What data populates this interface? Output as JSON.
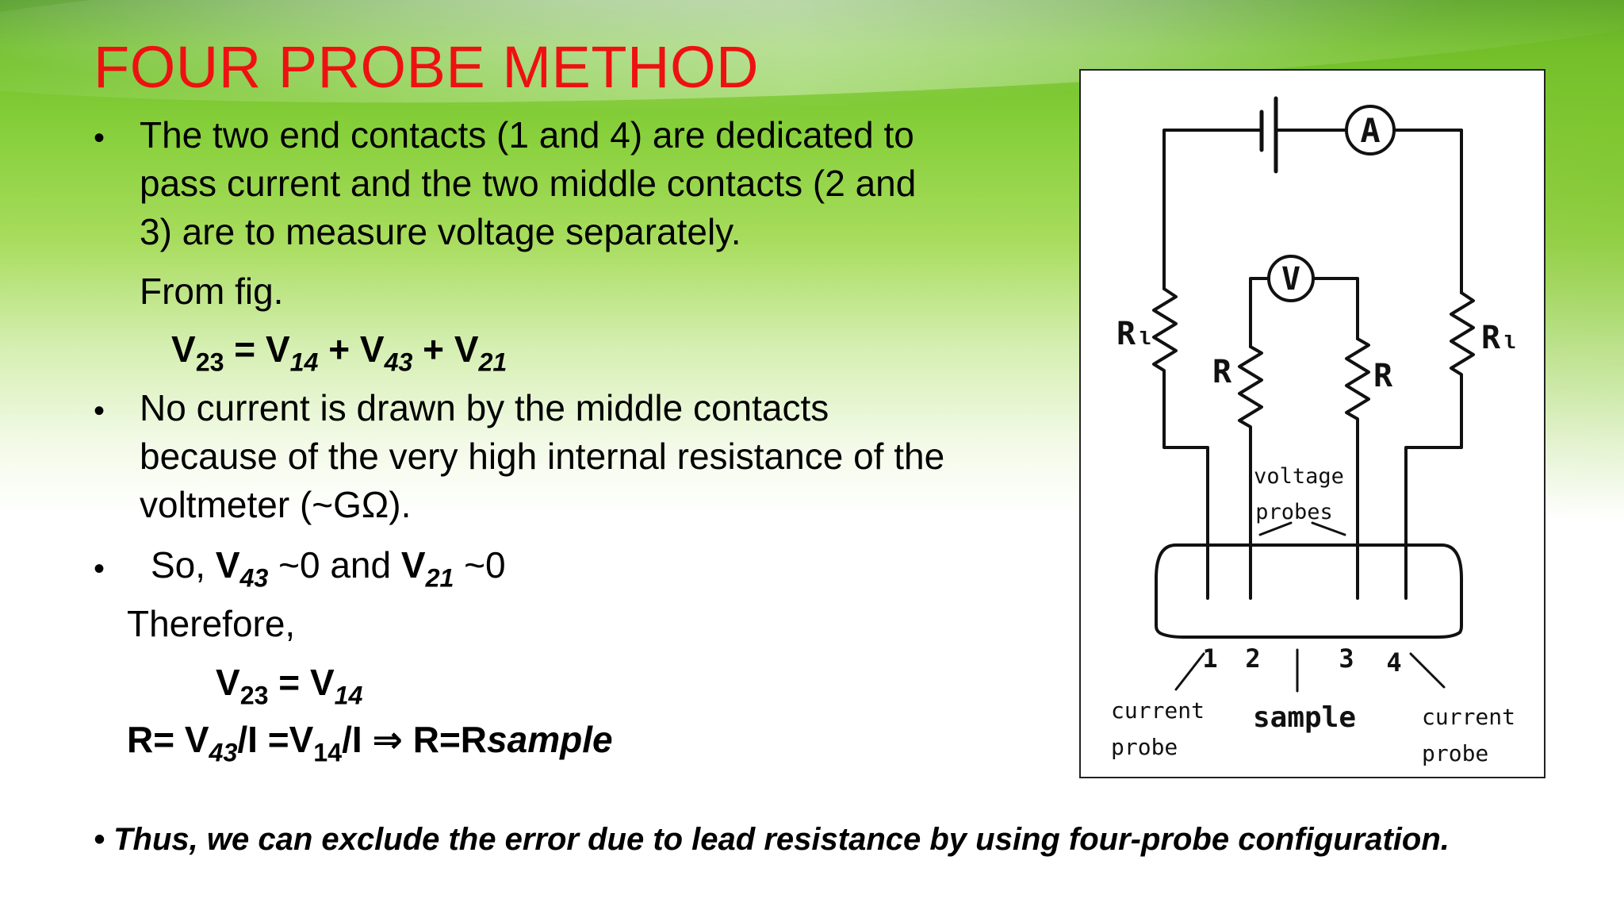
{
  "slide": {
    "title": "FOUR PROBE METHOD",
    "bullet_symbol": "•",
    "para1": [
      "The two end contacts (1 and 4) are dedicated to",
      "pass current and the two middle contacts (2 and",
      "3) are to measure voltage separately."
    ],
    "from_fig": "From fig.",
    "eq1": {
      "lhs": "V",
      "lhs_sub": "23",
      "eq": " = ",
      "t1": "V",
      "t1_sub": "14",
      "plus": " + ",
      "t2": "V",
      "t2_sub": "43",
      "plus2": " + ",
      "t3": "V",
      "t3_sub": "21"
    },
    "para2": [
      "No current is drawn by the middle contacts",
      "because of the very high internal resistance of the",
      "voltmeter (~GΩ)."
    ],
    "so_line": {
      "prefix": "So, ",
      "v1": "V",
      "v1_sub": "43",
      "mid": " ~0 and ",
      "v2": "V",
      "v2_sub": "21",
      "end": " ~0"
    },
    "therefore": "Therefore,",
    "eq2": {
      "lhs": "V",
      "lhs_sub": "23",
      "eq": " = ",
      "rhs": "V",
      "rhs_sub": "14"
    },
    "eq3": {
      "a": "R= V",
      "a_sub": "43",
      "b": "/I =V",
      "b_sub": "14",
      "c": "/I ⇒ R=R",
      "d": "sample"
    },
    "conclusion": "• Thus, we can exclude the error due to lead resistance by using four-probe configuration."
  },
  "figure": {
    "ammeter": "A",
    "voltmeter": "V",
    "rl_left": "Rₗ",
    "rl_right": "Rₗ",
    "r_left": "R",
    "r_right": "R",
    "voltage_probes": [
      "voltage",
      "probes"
    ],
    "contacts": [
      "1",
      "2",
      "3",
      "4"
    ],
    "sample": "sample",
    "current_probe_left": [
      "current",
      "probe"
    ],
    "current_probe_right": [
      "current",
      "probe"
    ]
  }
}
